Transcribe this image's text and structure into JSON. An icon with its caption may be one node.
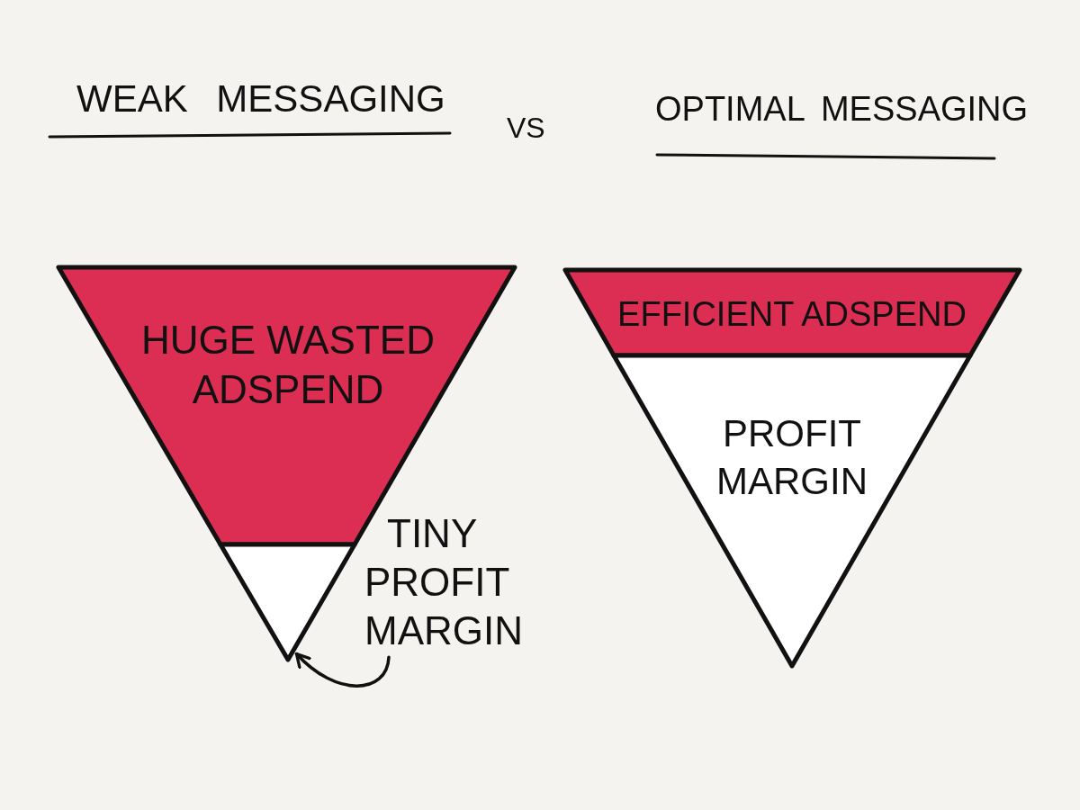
{
  "diagram": {
    "nodes": [
      {
        "text": [
          "HUGE WASTED ADSPEND"
        ]
      },
      {
        "text": [],
        "shape": "triangle"
      },
      {
        "text": [
          "TINY PROFIT MARGIN"
        ]
      },
      {
        "text": [
          "EFFICIENT ADSPEND"
        ]
      },
      {
        "text": [
          "PROFIT MARGIN"
        ]
      }
    ],
    "edges": [
      {
        "from": 2,
        "to": 1,
        "arrow": "to"
      }
    ],
    "labels": [
      "WEAK MESSAGING",
      "VS",
      "OPTIMAL MESSAGING"
    ]
  }
}
